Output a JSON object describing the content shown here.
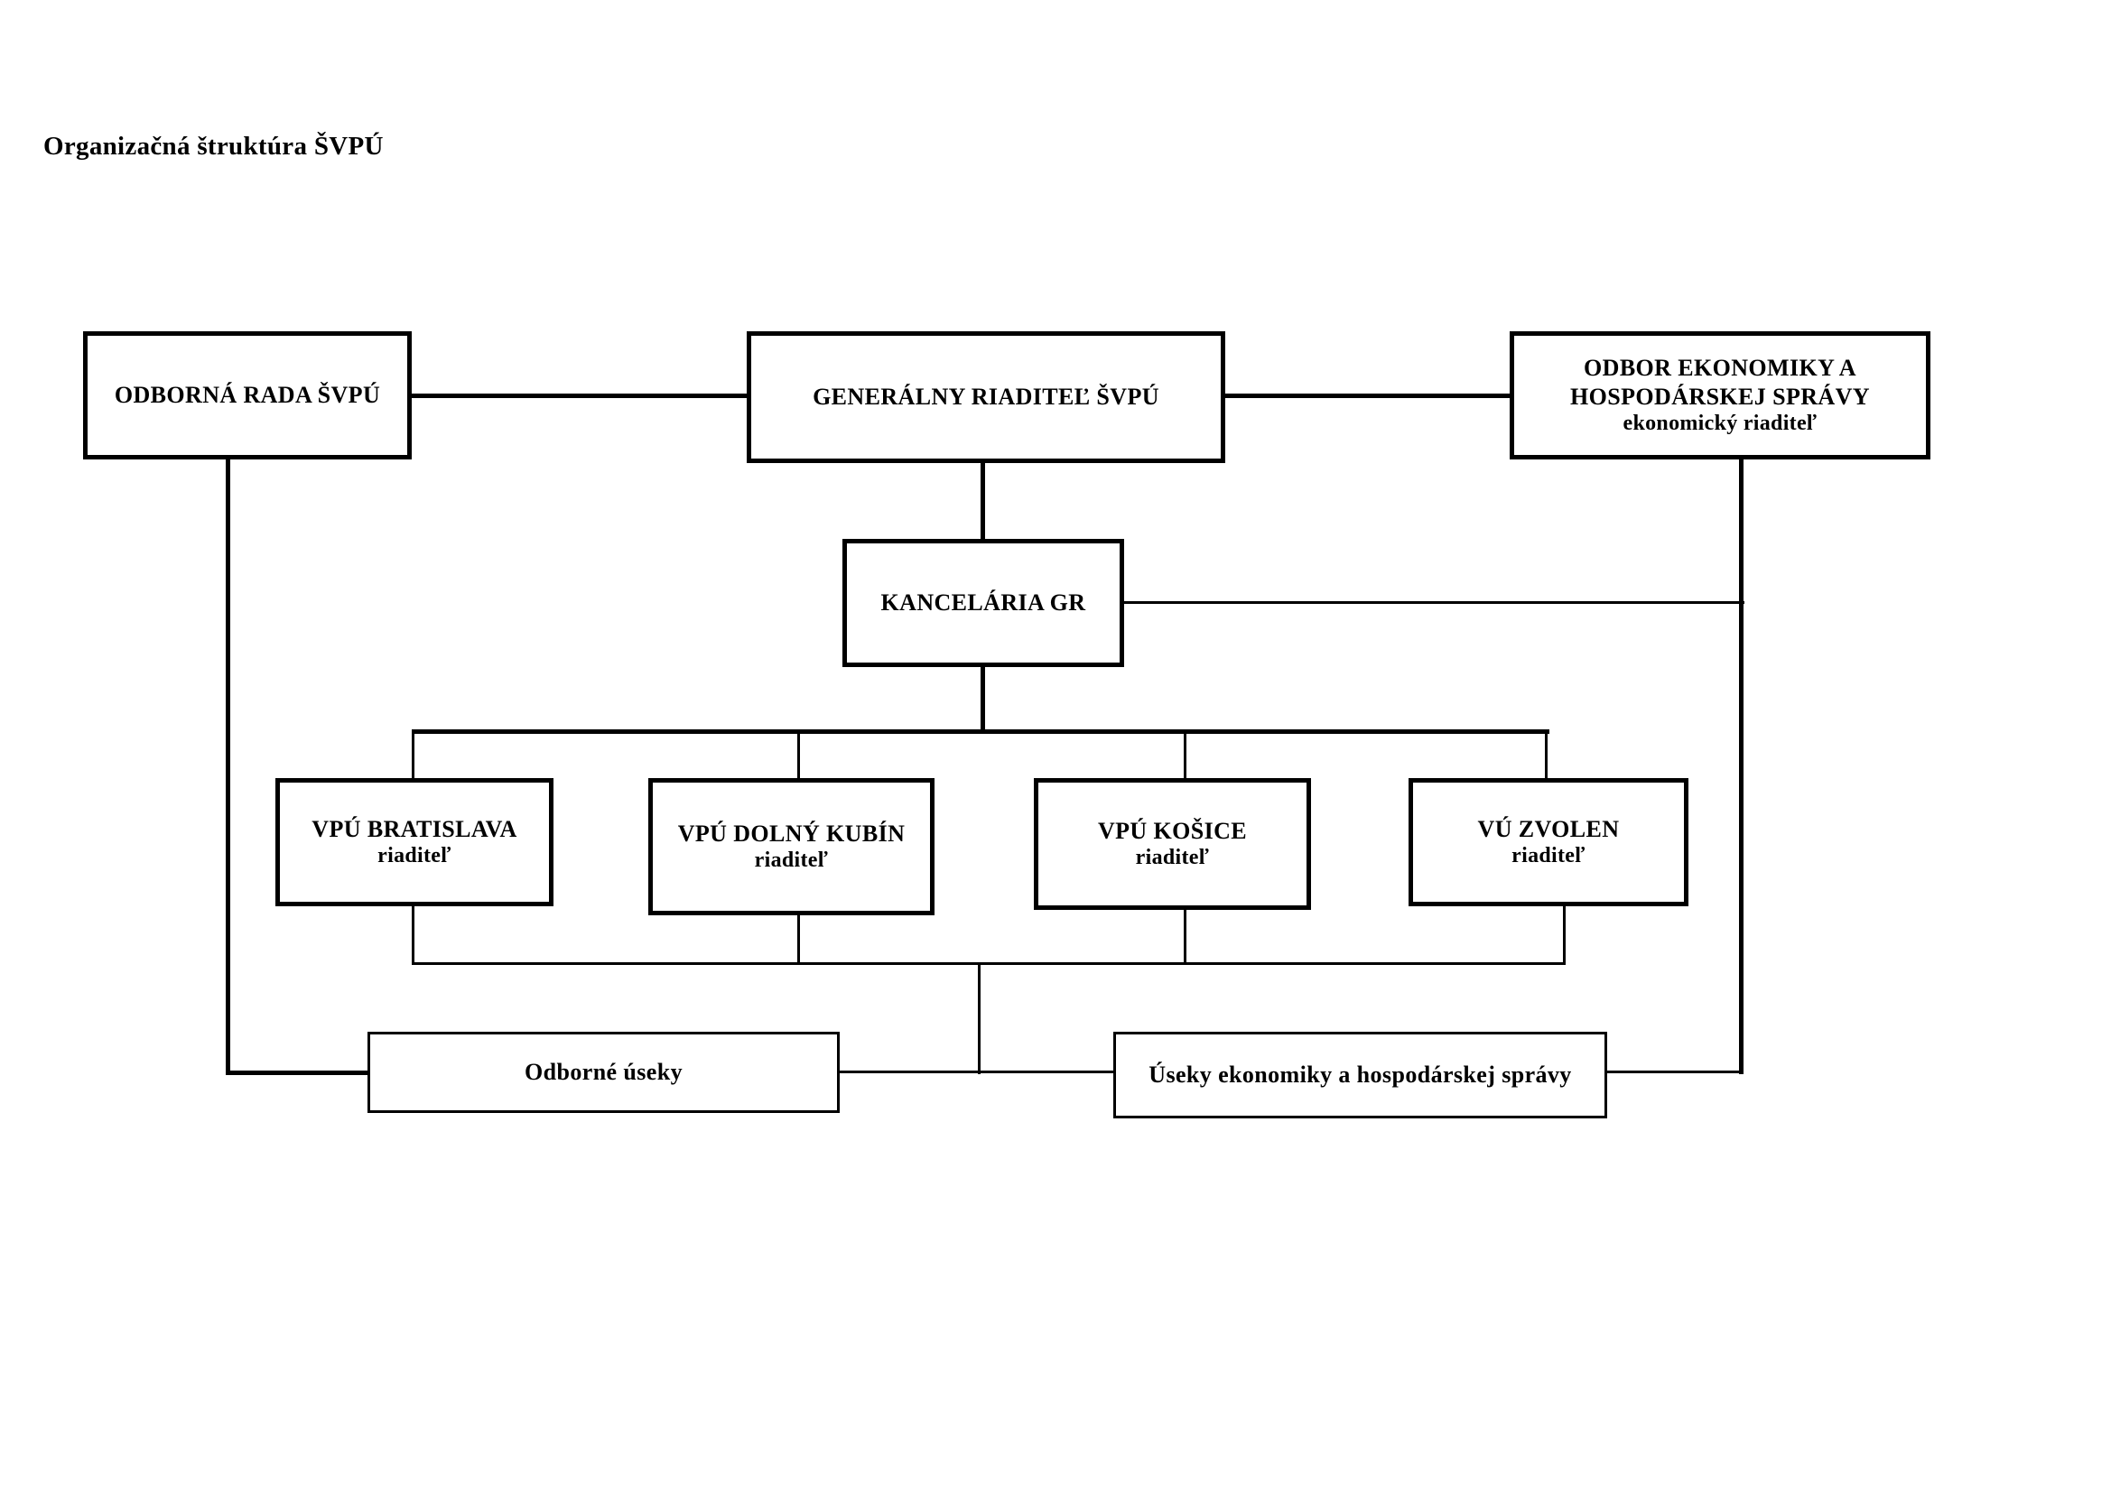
{
  "document": {
    "title": "Organizačná štruktúra ŠVPÚ"
  },
  "chart_data": {
    "type": "diagram",
    "diagram_kind": "organizational-chart",
    "title": "Organizačná štruktúra ŠVPÚ",
    "nodes": [
      {
        "id": "odborna_rada",
        "title": "ODBORNÁ RADA ŠVPÚ",
        "subtitle": "",
        "level": 1
      },
      {
        "id": "generalny",
        "title": "GENERÁLNY RIADITEĽ ŠVPÚ",
        "subtitle": "",
        "level": 1
      },
      {
        "id": "odbor_ekon",
        "title": "ODBOR EKONOMIKY A HOSPODÁRSKEJ SPRÁVY",
        "subtitle": "ekonomický riaditeľ",
        "level": 1
      },
      {
        "id": "kancelaria",
        "title": "KANCELÁRIA GR",
        "subtitle": "",
        "level": 2
      },
      {
        "id": "vpu_ba",
        "title": "VPÚ BRATISLAVA",
        "subtitle": "riaditeľ",
        "level": 3
      },
      {
        "id": "vpu_dk",
        "title": "VPÚ DOLNÝ KUBÍN",
        "subtitle": "riaditeľ",
        "level": 3
      },
      {
        "id": "vpu_ke",
        "title": "VPÚ KOŠICE",
        "subtitle": "riaditeľ",
        "level": 3
      },
      {
        "id": "vu_zv",
        "title": "VÚ ZVOLEN",
        "subtitle": "riaditeľ",
        "level": 3
      },
      {
        "id": "odborne_useky",
        "title": "Odborné úseky",
        "subtitle": "",
        "level": 4
      },
      {
        "id": "useky_ekon",
        "title": "Úseky ekonomiky a hospodárskej správy",
        "subtitle": "",
        "level": 4
      }
    ],
    "edges": [
      {
        "from": "odborna_rada",
        "to": "generalny"
      },
      {
        "from": "generalny",
        "to": "odbor_ekon"
      },
      {
        "from": "generalny",
        "to": "kancelaria"
      },
      {
        "from": "kancelaria",
        "to": "vpu_ba"
      },
      {
        "from": "kancelaria",
        "to": "vpu_dk"
      },
      {
        "from": "kancelaria",
        "to": "vpu_ke"
      },
      {
        "from": "kancelaria",
        "to": "vu_zv"
      },
      {
        "from": "kancelaria",
        "to": "odbor_ekon"
      },
      {
        "from": "odborna_rada",
        "to": "odborne_useky"
      },
      {
        "from": "vpu_ba",
        "to": "odborne_useky"
      },
      {
        "from": "vpu_dk",
        "to": "odborne_useky"
      },
      {
        "from": "vpu_ke",
        "to": "useky_ekon"
      },
      {
        "from": "vu_zv",
        "to": "useky_ekon"
      },
      {
        "from": "odbor_ekon",
        "to": "useky_ekon"
      }
    ],
    "colors": {
      "line": "#000000",
      "box_fill": "#ffffff",
      "text": "#000000"
    }
  },
  "boxes": {
    "odborna_rada": {
      "title": "ODBORNÁ RADA ŠVPÚ"
    },
    "generalny": {
      "title": "GENERÁLNY RIADITEĽ ŠVPÚ"
    },
    "odbor_ekon": {
      "line1": "ODBOR EKONOMIKY A",
      "line2": "HOSPODÁRSKEJ SPRÁVY",
      "sub": "ekonomický riaditeľ"
    },
    "kancelaria": {
      "title": "KANCELÁRIA GR"
    },
    "vpu_ba": {
      "title": "VPÚ BRATISLAVA",
      "sub": "riaditeľ"
    },
    "vpu_dk": {
      "title": "VPÚ DOLNÝ KUBÍN",
      "sub": "riaditeľ"
    },
    "vpu_ke": {
      "title": "VPÚ KOŠICE",
      "sub": "riaditeľ"
    },
    "vu_zv": {
      "title": "VÚ ZVOLEN",
      "sub": "riaditeľ"
    },
    "odborne_useky": {
      "title": "Odborné úseky"
    },
    "useky_ekon": {
      "title": "Úseky ekonomiky a hospodárskej správy"
    }
  }
}
